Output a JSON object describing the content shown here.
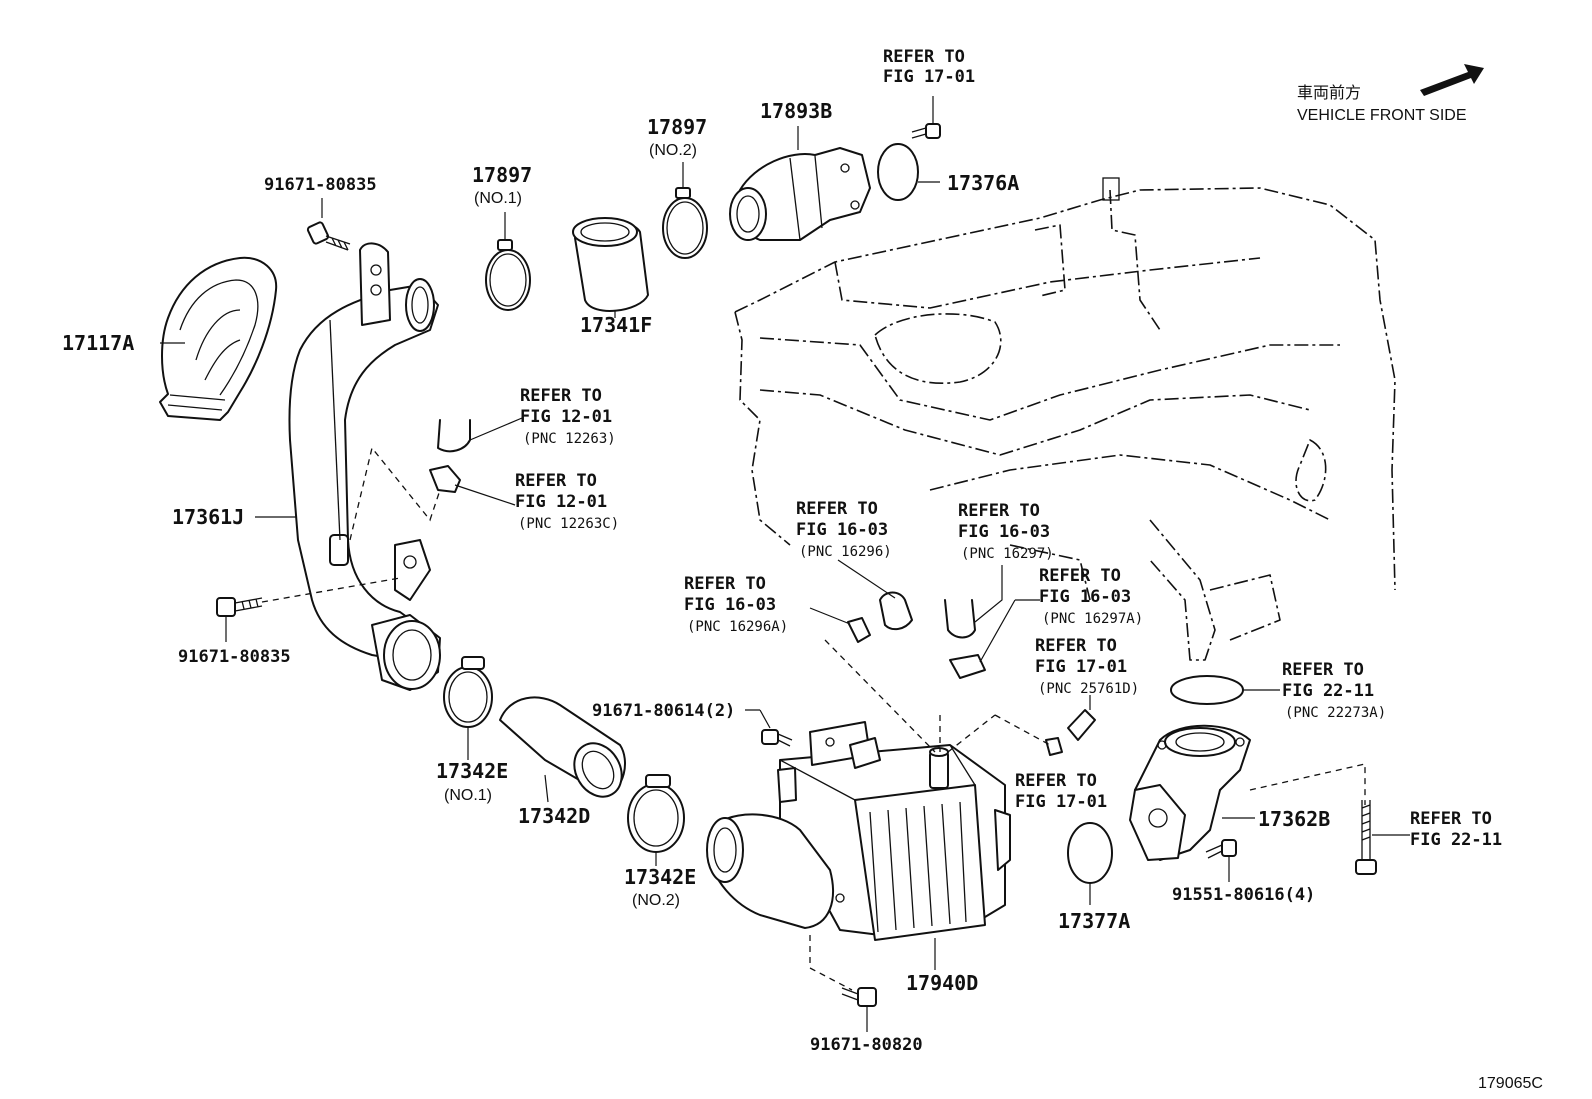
{
  "header": {
    "direction_jp": "車両前方",
    "direction_en": "VEHICLE FRONT SIDE"
  },
  "figure_code": "179065C",
  "callouts": {
    "p17117A": "17117A",
    "p17361J": "17361J",
    "bolt_top_left": "91671-80835",
    "bolt_mid_left": "91671-80835",
    "p17897_no1": "17897",
    "p17897_no1_sub": "(NO.1)",
    "p17897_no2": "17897",
    "p17897_no2_sub": "(NO.2)",
    "p17341F": "17341F",
    "p17893B": "17893B",
    "p17376A": "17376A",
    "p17342E_no1": "17342E",
    "p17342E_no1_sub": "(NO.1)",
    "p17342D": "17342D",
    "p17342E_no2": "17342E",
    "p17342E_no2_sub": "(NO.2)",
    "bolt_80614": "91671-80614(2)",
    "p17940D": "17940D",
    "bolt_80820": "91671-80820",
    "p17377A": "17377A",
    "p17362B": "17362B",
    "bolt_80616": "91551-80616(4)"
  },
  "refer": {
    "r1701_top": {
      "l1": "REFER TO",
      "l2": "FIG 17-01",
      "l3": ""
    },
    "r1201_a": {
      "l1": "REFER TO",
      "l2": "FIG 12-01",
      "l3": "(PNC 12263)"
    },
    "r1201_b": {
      "l1": "REFER TO",
      "l2": "FIG 12-01",
      "l3": "(PNC 12263C)"
    },
    "r1603_16296": {
      "l1": "REFER TO",
      "l2": "FIG 16-03",
      "l3": "(PNC 16296)"
    },
    "r1603_16297": {
      "l1": "REFER TO",
      "l2": "FIG 16-03",
      "l3": "(PNC 16297)"
    },
    "r1603_16296A": {
      "l1": "REFER TO",
      "l2": "FIG 16-03",
      "l3": "(PNC 16296A)"
    },
    "r1603_16297A": {
      "l1": "REFER TO",
      "l2": "FIG 16-03",
      "l3": "(PNC 16297A)"
    },
    "r1701_25761D": {
      "l1": "REFER TO",
      "l2": "FIG 17-01",
      "l3": "(PNC 25761D)"
    },
    "r2211_22273A": {
      "l1": "REFER TO",
      "l2": "FIG 22-11",
      "l3": "(PNC 22273A)"
    },
    "r1701_low": {
      "l1": "REFER TO",
      "l2": "FIG 17-01",
      "l3": ""
    },
    "r2211_right": {
      "l1": "REFER TO",
      "l2": "FIG 22-11",
      "l3": ""
    }
  }
}
